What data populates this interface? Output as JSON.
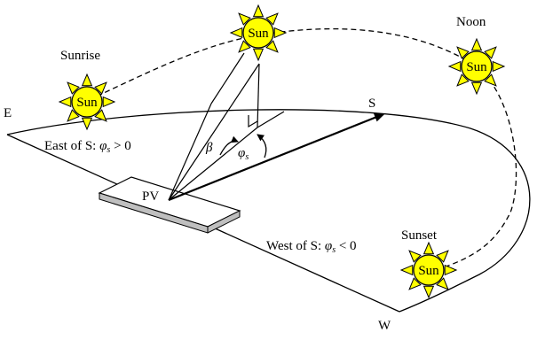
{
  "labels": {
    "east": "E",
    "south": "S",
    "west": "W",
    "sunrise": "Sunrise",
    "noon": "Noon",
    "sunset": "Sunset",
    "pv": "PV",
    "beta": "β",
    "phi": "φ",
    "phi_sub": "s",
    "east_of_s_prefix": "East of S: ",
    "east_of_s_suffix": " > 0",
    "west_of_s_prefix": "West of S: ",
    "west_of_s_suffix": " < 0"
  },
  "suns": [
    {
      "name": "sun-sunrise",
      "label": "Sun"
    },
    {
      "name": "sun-top",
      "label": "Sun"
    },
    {
      "name": "sun-noon",
      "label": "Sun"
    },
    {
      "name": "sun-sunset",
      "label": "Sun"
    }
  ],
  "colors": {
    "sun_fill": "#FFFF00",
    "panel_fill": "#FFFFFF",
    "panel_shadow": "#BFBFBF",
    "line": "#000000"
  }
}
